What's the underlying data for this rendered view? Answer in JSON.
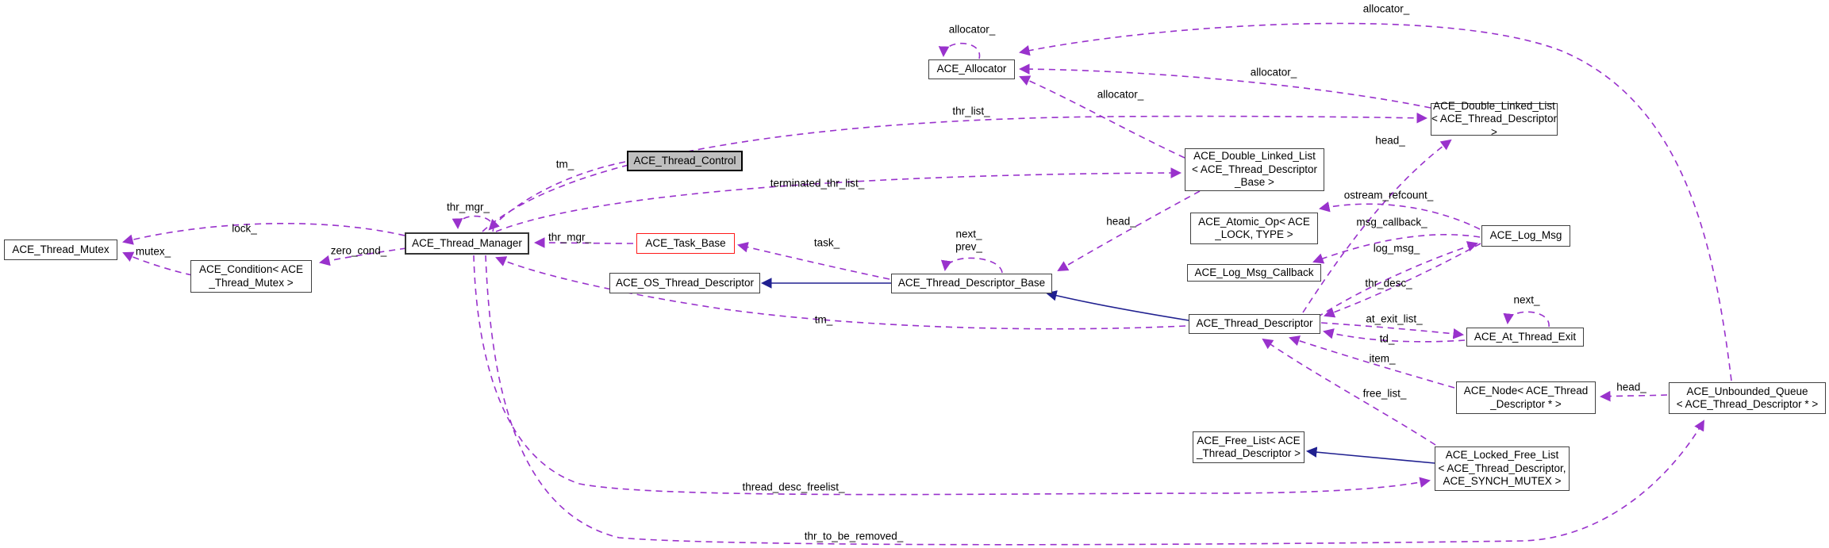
{
  "diagram": {
    "kind": "doxygen-collaboration-graph",
    "root_class": "ACE_Thread_Manager",
    "colors": {
      "background": "#ffffff",
      "collaboration_edge": "#9932cc",
      "inheritance_edge": "#202090",
      "node_border": "#404040",
      "node_fill": "#ffffff",
      "gray_node_fill": "#bfbfbf",
      "accent_border": "#ff1a1a",
      "text": "#000000"
    },
    "nodes": [
      {
        "id": "ace-thread-mutex",
        "label": "ACE_Thread_Mutex",
        "variant": "normal"
      },
      {
        "id": "ace-condition",
        "label": "ACE_Condition< ACE\n_Thread_Mutex >",
        "variant": "normal"
      },
      {
        "id": "ace-thread-manager",
        "label": "ACE_Thread_Manager",
        "variant": "root"
      },
      {
        "id": "ace-thread-control",
        "label": "ACE_Thread_Control",
        "variant": "gray"
      },
      {
        "id": "ace-task-base",
        "label": "ACE_Task_Base",
        "variant": "red"
      },
      {
        "id": "ace-os-thread-descriptor",
        "label": "ACE_OS_Thread_Descriptor",
        "variant": "normal"
      },
      {
        "id": "ace-thread-descriptor-base",
        "label": "ACE_Thread_Descriptor_Base",
        "variant": "normal"
      },
      {
        "id": "ace-dll-tdb",
        "label": "ACE_Double_Linked_List\n< ACE_Thread_Descriptor\n_Base >",
        "variant": "normal"
      },
      {
        "id": "ace-allocator",
        "label": "ACE_Allocator",
        "variant": "normal"
      },
      {
        "id": "ace-dll-td",
        "label": "ACE_Double_Linked_List\n< ACE_Thread_Descriptor >",
        "variant": "normal"
      },
      {
        "id": "ace-atomic-op",
        "label": "ACE_Atomic_Op< ACE\n_LOCK, TYPE >",
        "variant": "normal"
      },
      {
        "id": "ace-log-msg-callback",
        "label": "ACE_Log_Msg_Callback",
        "variant": "normal"
      },
      {
        "id": "ace-log-msg",
        "label": "ACE_Log_Msg",
        "variant": "normal"
      },
      {
        "id": "ace-thread-descriptor",
        "label": "ACE_Thread_Descriptor",
        "variant": "normal"
      },
      {
        "id": "ace-at-thread-exit",
        "label": "ACE_At_Thread_Exit",
        "variant": "normal"
      },
      {
        "id": "ace-node",
        "label": "ACE_Node< ACE_Thread\n_Descriptor * >",
        "variant": "normal"
      },
      {
        "id": "ace-unbounded-queue",
        "label": "ACE_Unbounded_Queue\n< ACE_Thread_Descriptor * >",
        "variant": "normal"
      },
      {
        "id": "ace-free-list",
        "label": "ACE_Free_List< ACE\n_Thread_Descriptor >",
        "variant": "normal"
      },
      {
        "id": "ace-locked-free-list",
        "label": "ACE_Locked_Free_List\n< ACE_Thread_Descriptor,\nACE_SYNCH_MUTEX >",
        "variant": "normal"
      }
    ],
    "edges": [
      {
        "id": "mutex-cond",
        "from": "ace-condition",
        "to": "ace-thread-mutex",
        "type": "collaboration",
        "label": "mutex_"
      },
      {
        "id": "lock",
        "from": "ace-thread-manager",
        "to": "ace-thread-mutex",
        "type": "collaboration",
        "label": "lock_"
      },
      {
        "id": "zero-cond",
        "from": "ace-thread-manager",
        "to": "ace-condition",
        "type": "collaboration",
        "label": "zero_cond_"
      },
      {
        "id": "thr-mgr-self",
        "from": "ace-thread-manager",
        "to": "ace-thread-manager",
        "type": "collaboration",
        "label": "thr_mgr_"
      },
      {
        "id": "tm-control",
        "from": "ace-thread-control",
        "to": "ace-thread-manager",
        "type": "collaboration",
        "label": "tm_"
      },
      {
        "id": "thr-mgr-task",
        "from": "ace-task-base",
        "to": "ace-thread-manager",
        "type": "collaboration",
        "label": "thr_mgr_"
      },
      {
        "id": "terminated-thr-list",
        "from": "ace-thread-manager",
        "to": "ace-dll-tdb",
        "type": "collaboration",
        "label": "terminated_thr_list_"
      },
      {
        "id": "thr-list",
        "from": "ace-thread-manager",
        "to": "ace-dll-td",
        "type": "collaboration",
        "label": "thr_list_"
      },
      {
        "id": "allocator-self",
        "from": "ace-allocator",
        "to": "ace-allocator",
        "type": "collaboration",
        "label": "allocator_"
      },
      {
        "id": "allocator-tdb",
        "from": "ace-dll-tdb",
        "to": "ace-allocator",
        "type": "collaboration",
        "label": "allocator_"
      },
      {
        "id": "allocator-td",
        "from": "ace-dll-td",
        "to": "ace-allocator",
        "type": "collaboration",
        "label": "allocator_"
      },
      {
        "id": "allocator-queue",
        "from": "ace-unbounded-queue",
        "to": "ace-allocator",
        "type": "collaboration",
        "label": "allocator_"
      },
      {
        "id": "head-tdb",
        "from": "ace-dll-tdb",
        "to": "ace-thread-descriptor-base",
        "type": "collaboration",
        "label": "head_"
      },
      {
        "id": "next-prev-tdb",
        "from": "ace-thread-descriptor-base",
        "to": "ace-thread-descriptor-base",
        "type": "collaboration",
        "label": "next_"
      },
      {
        "id": "task",
        "from": "ace-thread-descriptor-base",
        "to": "ace-task-base",
        "type": "collaboration",
        "label": "task_"
      },
      {
        "id": "head-td",
        "from": "ace-thread-descriptor",
        "to": "ace-dll-td",
        "type": "collaboration",
        "label": "head_"
      },
      {
        "id": "ostream-refcount",
        "from": "ace-log-msg",
        "to": "ace-atomic-op",
        "type": "collaboration",
        "label": "ostream_refcount_"
      },
      {
        "id": "msg-callback",
        "from": "ace-log-msg",
        "to": "ace-log-msg-callback",
        "type": "collaboration",
        "label": "msg_callback_"
      },
      {
        "id": "log-msg",
        "from": "ace-thread-descriptor",
        "to": "ace-log-msg",
        "type": "collaboration",
        "label": "log_msg_"
      },
      {
        "id": "thr-desc",
        "from": "ace-log-msg",
        "to": "ace-thread-descriptor",
        "type": "collaboration",
        "label": "thr_desc_"
      },
      {
        "id": "next-ate",
        "from": "ace-at-thread-exit",
        "to": "ace-at-thread-exit",
        "type": "collaboration",
        "label": "next_"
      },
      {
        "id": "at-exit-list",
        "from": "ace-thread-descriptor",
        "to": "ace-at-thread-exit",
        "type": "collaboration",
        "label": "at_exit_list_"
      },
      {
        "id": "td",
        "from": "ace-at-thread-exit",
        "to": "ace-thread-descriptor",
        "type": "collaboration",
        "label": "td_"
      },
      {
        "id": "item",
        "from": "ace-node",
        "to": "ace-thread-descriptor",
        "type": "collaboration",
        "label": "item_"
      },
      {
        "id": "free-list",
        "from": "ace-locked-free-list",
        "to": "ace-thread-descriptor",
        "type": "collaboration",
        "label": "free_list_"
      },
      {
        "id": "head-queue",
        "from": "ace-unbounded-queue",
        "to": "ace-node",
        "type": "collaboration",
        "label": "head_"
      },
      {
        "id": "thread-desc-freelist",
        "from": "ace-thread-manager",
        "to": "ace-locked-free-list",
        "type": "collaboration",
        "label": "thread_desc_freelist_"
      },
      {
        "id": "thr-to-be-removed",
        "from": "ace-thread-manager",
        "to": "ace-unbounded-queue",
        "type": "collaboration",
        "label": "thr_to_be_removed_"
      },
      {
        "id": "tm-descriptor",
        "from": "ace-thread-descriptor",
        "to": "ace-thread-manager",
        "type": "collaboration",
        "label": "tm_"
      },
      {
        "id": "inh-tdb-os",
        "from": "ace-thread-descriptor-base",
        "to": "ace-os-thread-descriptor",
        "type": "inheritance",
        "label": ""
      },
      {
        "id": "inh-td-tdb",
        "from": "ace-thread-descriptor",
        "to": "ace-thread-descriptor-base",
        "type": "inheritance",
        "label": ""
      },
      {
        "id": "inh-locked-free",
        "from": "ace-locked-free-list",
        "to": "ace-free-list",
        "type": "inheritance",
        "label": ""
      }
    ],
    "floating_labels": [
      {
        "id": "prev-tdb",
        "text": "prev_"
      }
    ]
  }
}
